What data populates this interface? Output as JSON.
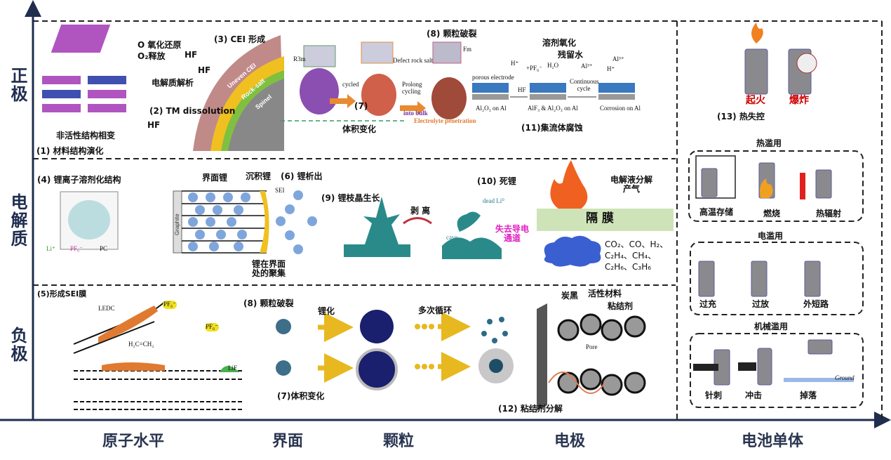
{
  "axes": {
    "rows": [
      "正极",
      "电解质",
      "负极"
    ],
    "columns": [
      "原子水平",
      "界面",
      "颗粒",
      "电极",
      "电池单体"
    ]
  },
  "cathode": {
    "redox": "O 氧化还原",
    "o2_release": "O₂释放",
    "cei": "(3) CEI 形成",
    "electrolyte_decomp": "电解质解析",
    "hf": "HF",
    "tm_dissolution": "(2) TM dissolution",
    "layers": [
      "Uneven CEI",
      "Rock-salt",
      "Spinel"
    ],
    "phase_change": "非活性结构相变",
    "struct_evolution": "(1) 材料结构演化",
    "r3m": "R3m",
    "defect": "Defect rock salt",
    "fm": "Fm",
    "cycled": "cycled",
    "seven": "(7)",
    "prolong": "Prolong cycling",
    "into_bulk": "into bulk",
    "penetration": "Electrolyte penetration",
    "volume_change": "体积变化",
    "particle_crack": "(8) 颗粒破裂",
    "solvent_ox": "溶剂氧化",
    "residual_water": "残留水",
    "porous": "porous electrode",
    "al2o3": "Al₂O₃ on Al",
    "hf2": "HF",
    "alf3": "AlF₃ & Al₂O₃ on Al",
    "continuous": "Continuous cycle",
    "corrosion": "Corrosion on Al",
    "h": "H⁺",
    "h2o": "H₂O",
    "al": "Al³⁺",
    "pf6": "+PF₆⁻",
    "collector_corrosion": "(11)集流体腐蚀"
  },
  "electrolyte": {
    "solvation": "(4) 锂离子溶剂化结构",
    "legend": [
      "Li⁺",
      "PF₆⁻",
      "PC"
    ],
    "interface_li": "界面锂",
    "deposit_li": "沉积锂",
    "plating": "(6) 锂析出",
    "sei": "SEI",
    "graphite": "Graphite",
    "aggregation": "锂在界面处的聚集",
    "dendrite": "(9) 锂枝晶生长",
    "strip": "剥 离",
    "dead_li": "(10) 死锂",
    "dead_li0": "dead Li⁰",
    "lost_path": "失去导电通道",
    "cave": "cave",
    "gas": "电解液分解产气",
    "separator": "隔 膜",
    "gases": [
      "CO₂、CO、H₂、",
      "C₂H₄、CH₄、",
      "C₂H₆、C₃H₆"
    ]
  },
  "anode": {
    "sei_form": "(5)形成SEI膜",
    "ledc": "LEDC",
    "ethylene": "H₂C=CH₂",
    "lif": "LiF",
    "pf6": "PF₆⁻",
    "particle_crack": "(8) 颗粒破裂",
    "lithiation": "锂化",
    "cycles": "多次循环",
    "volume": "(7)体积变化",
    "carbon_black": "炭黑",
    "active": "活性材料",
    "binder": "粘结剂",
    "pore": "Pore",
    "binder_decomp": "(12) 粘结剂分解"
  },
  "cell": {
    "fire": "起火",
    "explosion": "爆炸",
    "thermal_runaway": "(13) 热失控",
    "thermal_abuse": "热滥用",
    "thermal_items": [
      "高温存储",
      "燃烧",
      "热辐射"
    ],
    "electrical_abuse": "电滥用",
    "electrical_items": [
      "过充",
      "过放",
      "外短路"
    ],
    "mechanical_abuse": "机械滥用",
    "mechanical_items": [
      "针刺",
      "冲击",
      "掉落"
    ],
    "ground": "Ground"
  },
  "colors": {
    "axis": "#1f2d4f",
    "separator": "#cfe3b8",
    "cloud": "#3a5fd0",
    "battery": "#8a8a8e",
    "particle": "#1a1f6e",
    "arrow": "#e8b820"
  }
}
